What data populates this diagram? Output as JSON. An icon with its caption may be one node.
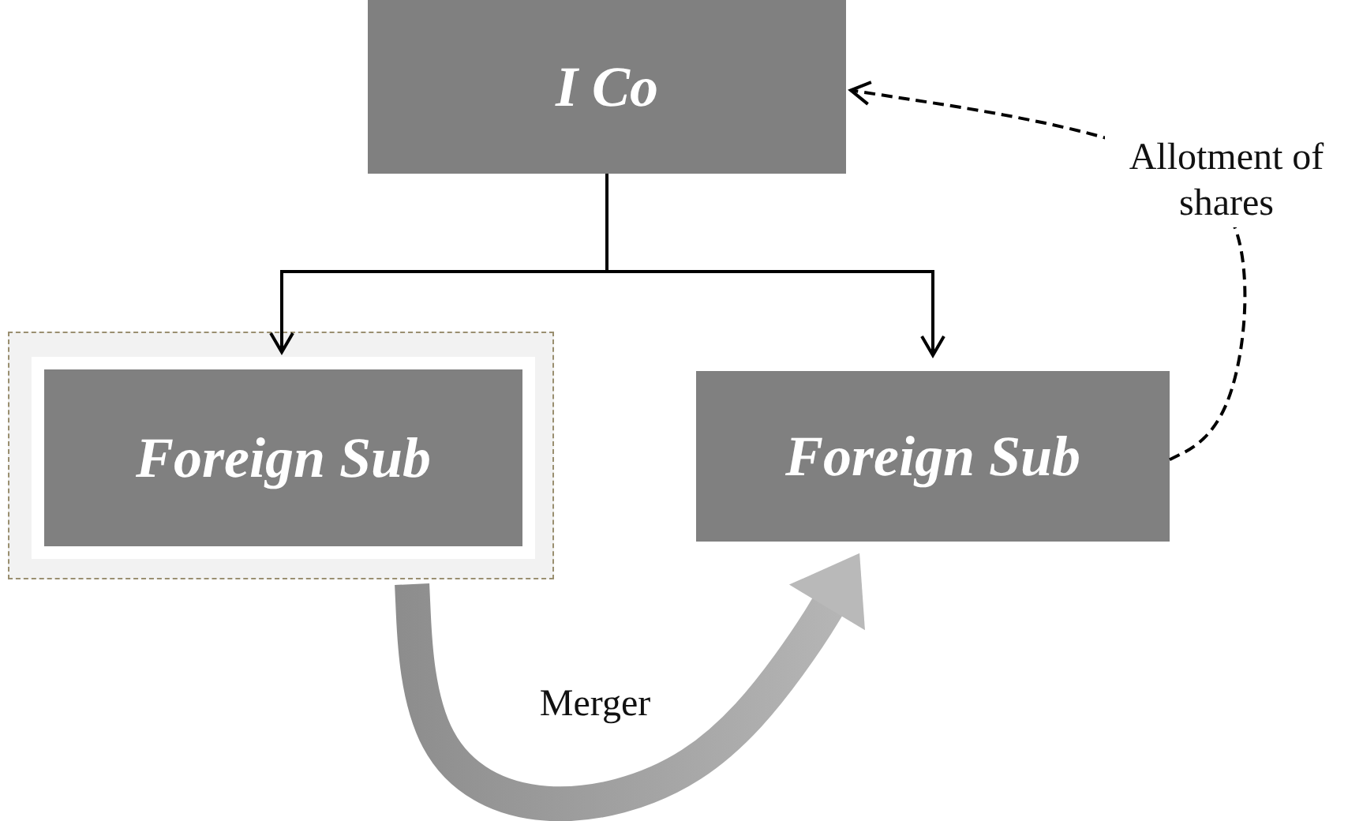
{
  "diagram": {
    "nodes": [
      {
        "text": [
          "I Co"
        ]
      },
      {
        "text": [],
        "shape": "box"
      },
      {
        "text": [
          "Foreign Sub"
        ],
        "in": 1
      },
      {
        "text": [
          "Foreign Sub"
        ]
      }
    ],
    "edges": [
      {
        "from": 0,
        "to": 2,
        "arrow": "to"
      },
      {
        "from": 0,
        "to": 3,
        "arrow": "to"
      },
      {
        "from": 3,
        "to": 0,
        "arrow": "to",
        "style": "dashed",
        "label": "Allotment of shares"
      },
      {
        "from": 1,
        "to": 3,
        "arrow": "to",
        "style": "thick",
        "color": "#a6a6a6",
        "label": "Merger"
      }
    ]
  }
}
